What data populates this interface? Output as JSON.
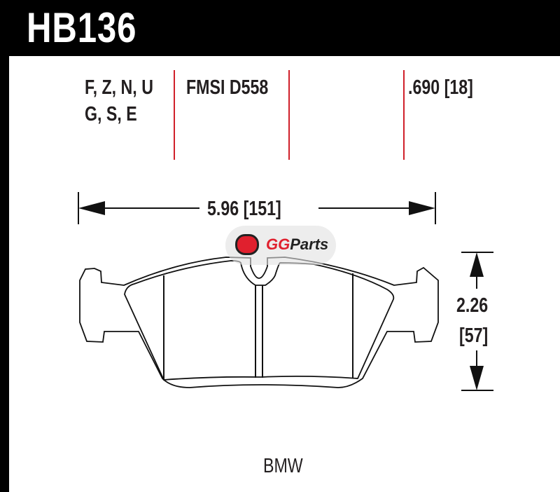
{
  "header": {
    "part_number": "HB136"
  },
  "specs": {
    "compounds_line1": "F, Z, N, U",
    "compounds_line2": "G, S, E",
    "fmsi": "FMSI D558",
    "thickness": ".690 [18]"
  },
  "dimensions": {
    "width": "5.96 [151]",
    "height_in": "2.26",
    "height_mm": "[57]"
  },
  "application": "BMW",
  "watermark": {
    "gg": "GG",
    "parts": "Parts"
  },
  "colors": {
    "accent_red": "#d0202a",
    "header_black": "#000000"
  }
}
